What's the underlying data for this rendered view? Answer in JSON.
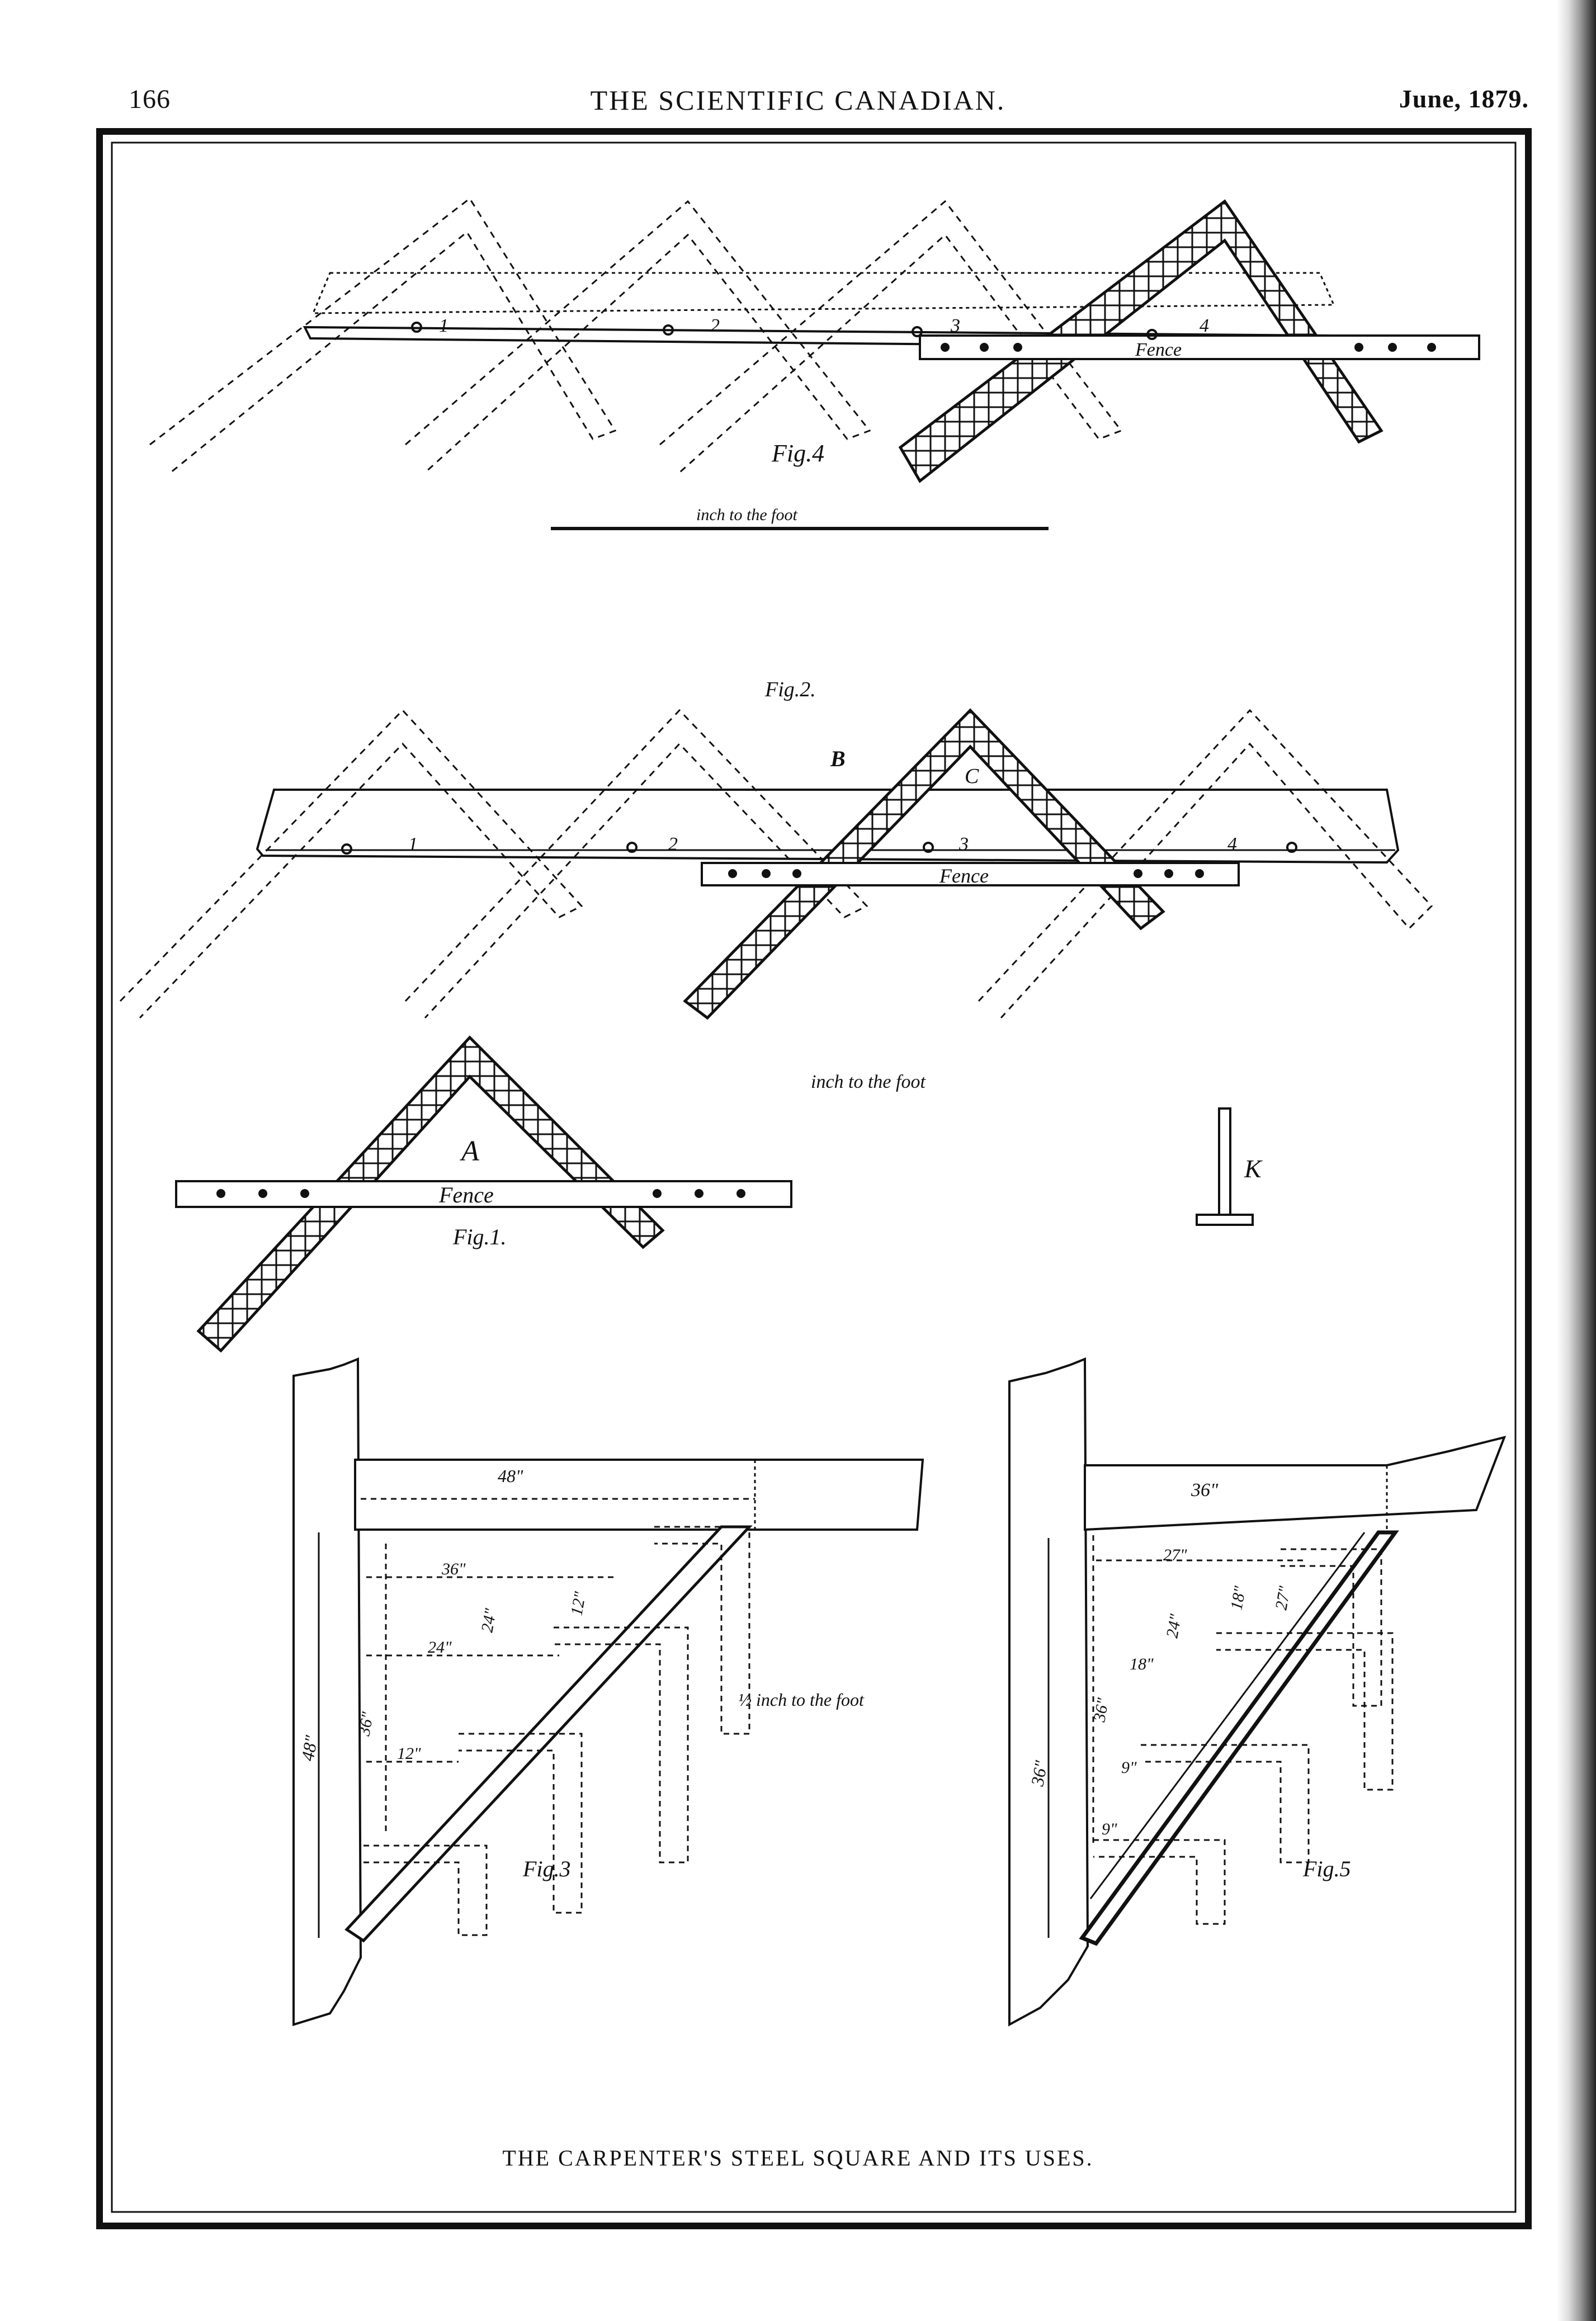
{
  "header": {
    "page_number": "166",
    "title": "THE SCIENTIFIC CANADIAN.",
    "date": "June, 1879."
  },
  "figures": {
    "fig4": {
      "label": "Fig.4",
      "scale": "inch to the foot",
      "fence": "Fence",
      "marks": [
        "1",
        "2",
        "3",
        "4"
      ]
    },
    "fig2": {
      "label": "Fig.2.",
      "scale": "inch to the foot",
      "fence": "Fence",
      "marks": [
        "1",
        "2",
        "3",
        "4"
      ],
      "letters": [
        "B",
        "C"
      ]
    },
    "fig1": {
      "label": "Fig.1.",
      "fence": "Fence",
      "letter": "A"
    },
    "fig_k": {
      "letter": "K"
    },
    "fig3": {
      "label": "Fig.3",
      "scale": "½ inch to the foot",
      "dims": [
        "48\"",
        "36\"",
        "24\"",
        "12\"",
        "24\"",
        "36\"",
        "12\"",
        "48\""
      ]
    },
    "fig5": {
      "label": "Fig.5",
      "dims": [
        "36\"",
        "27\"",
        "18\"",
        "18\"",
        "24\"",
        "9\"",
        "36\"",
        "9\"",
        "27\"",
        "36\""
      ]
    }
  },
  "caption": "THE CARPENTER'S STEEL SQUARE AND ITS USES."
}
